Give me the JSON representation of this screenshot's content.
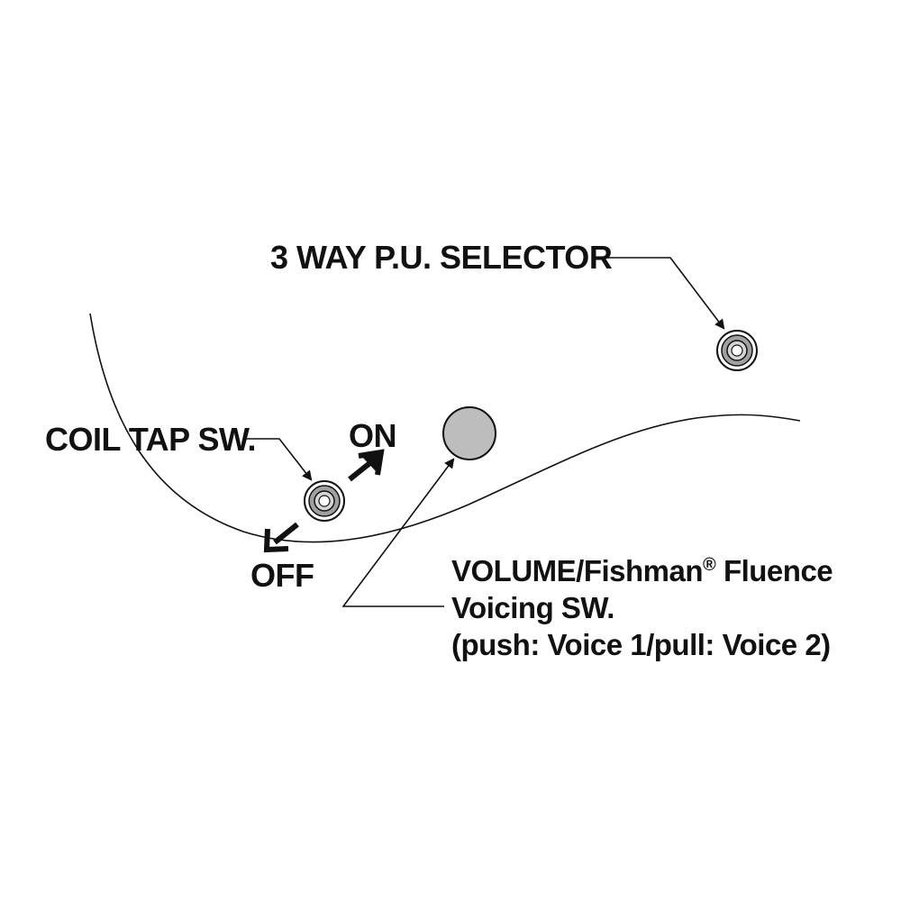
{
  "labels": {
    "pu_selector": "3 WAY P.U. SELECTOR",
    "coil_tap": "COIL TAP SW.",
    "on": "ON",
    "off": "OFF",
    "volume_line1_prefix": "VOLUME/Fishman",
    "volume_line1_reg": "®",
    "volume_line1_suffix": " Fluence",
    "volume_line2": "Voicing SW.",
    "volume_line3": "(push: Voice 1/pull: Voice 2)"
  },
  "colors": {
    "line": "#111111",
    "knob_fill": "#bdbdbd",
    "switch_ring": "#9a9a9a",
    "background": "#ffffff"
  }
}
